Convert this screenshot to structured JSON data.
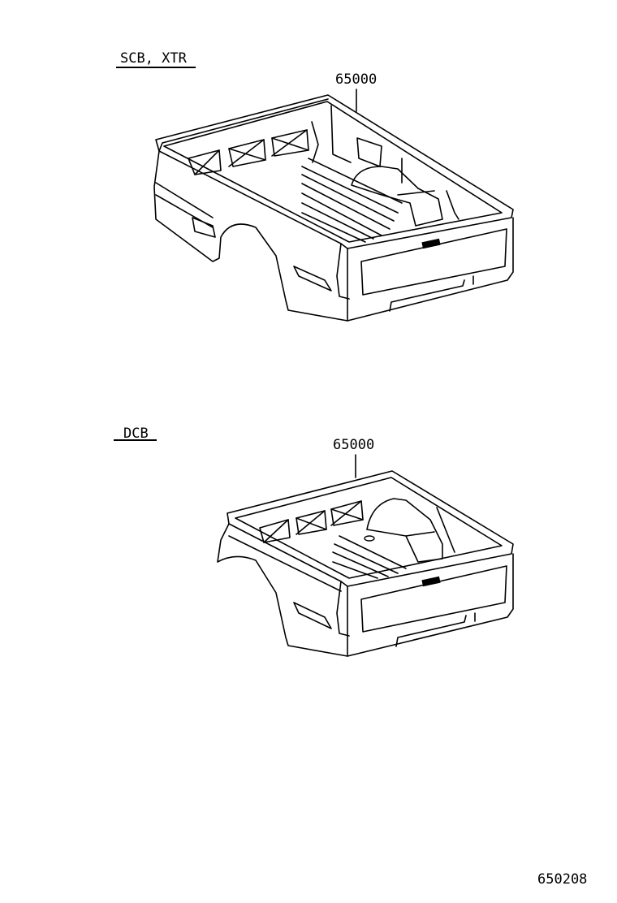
{
  "diagrams": [
    {
      "variant_label": "SCB, XTR",
      "part_number": "65000"
    },
    {
      "variant_label": "DCB",
      "part_number": "65000"
    }
  ],
  "figure_code": "650208"
}
